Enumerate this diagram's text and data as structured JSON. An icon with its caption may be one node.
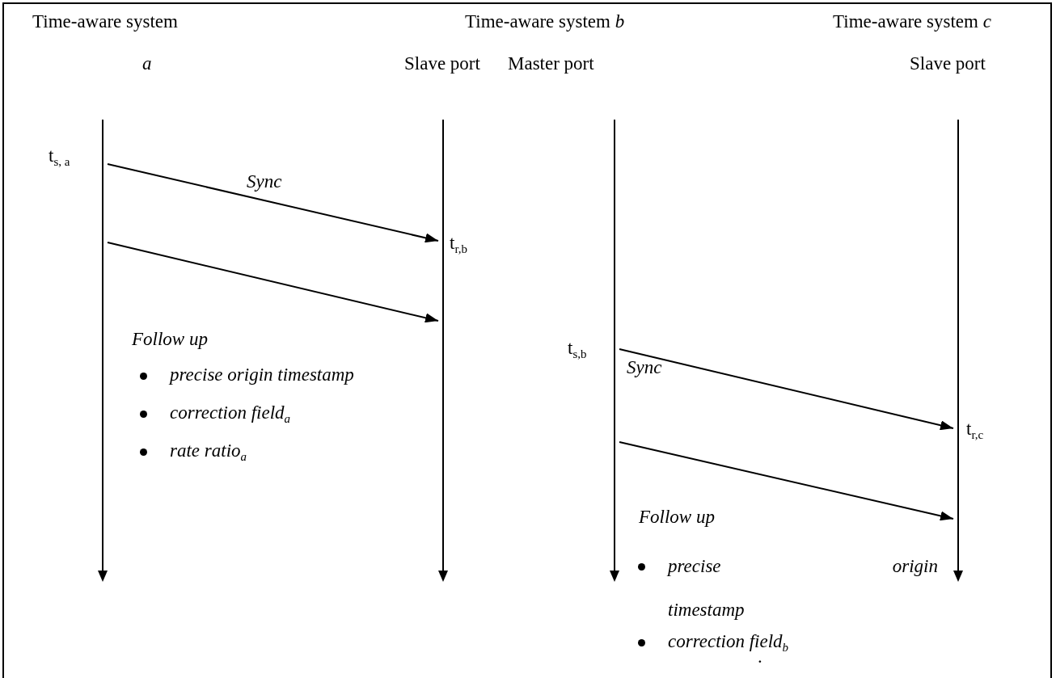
{
  "diagram": {
    "nodes": [
      {
        "text": [
          "Time-aware system",
          "a"
        ]
      },
      {
        "text": [
          "Slave port"
        ]
      },
      {
        "text": [
          "Master port"
        ]
      },
      {
        "text": [
          "Time-aware system *c*",
          "Slave port"
        ]
      }
    ],
    "edges": [
      {
        "from": 0,
        "to": 1,
        "arrow": "to",
        "label": "Sync"
      },
      {
        "from": 0,
        "to": 1,
        "arrow": "to",
        "label": "Follow up"
      },
      {
        "from": 2,
        "to": 3,
        "arrow": "to",
        "label": "Sync"
      },
      {
        "from": 2,
        "to": 3,
        "arrow": "to",
        "label": "Follow up"
      }
    ],
    "labels": [
      "Time-aware system *b*",
      "t$_{s, a}$",
      "t$_{r,b}$",
      "precise origin timestamp",
      "correction field$_{a}$",
      "rate ratio$_{a}$",
      "t$_{s,b}$",
      "t$_{r,c}$",
      "precise origin timestamp",
      "correction field$_{b}$",
      "."
    ]
  }
}
